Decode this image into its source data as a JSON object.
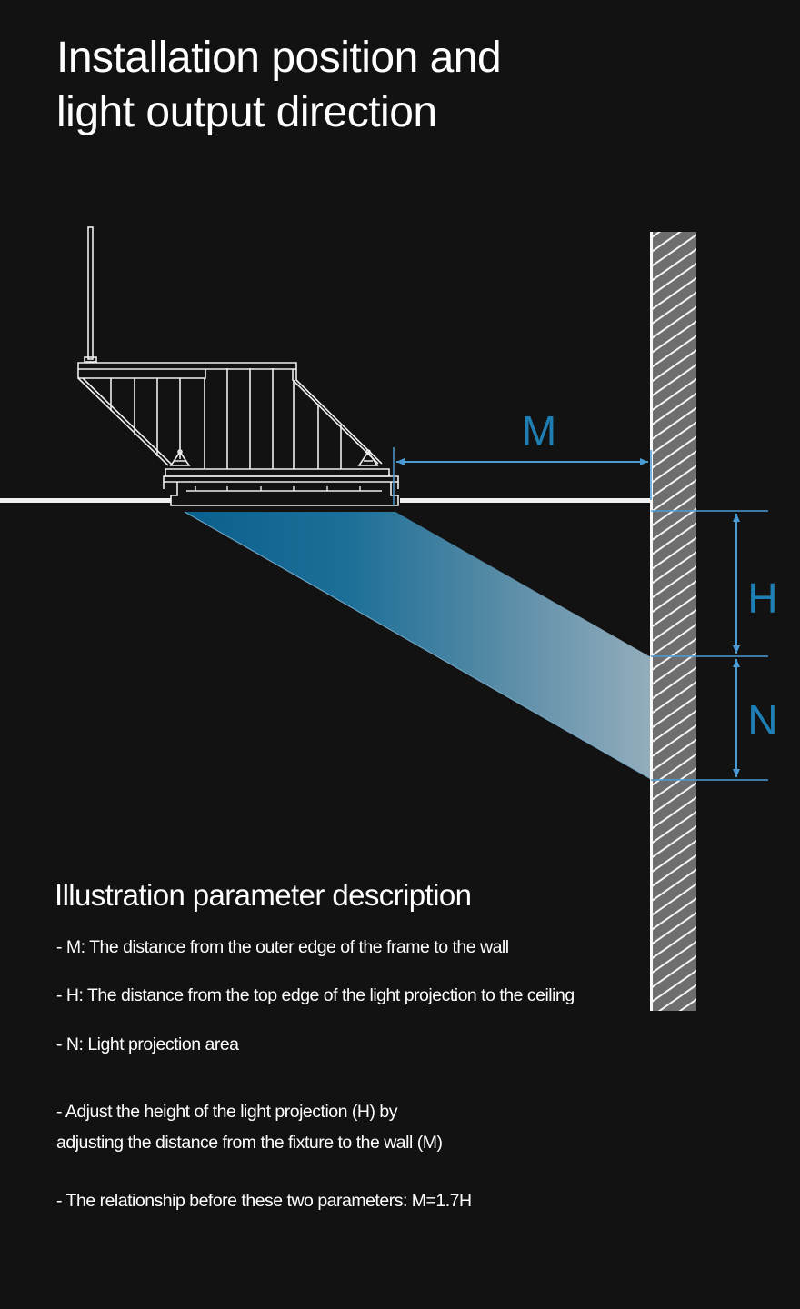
{
  "header": {
    "title_line1": "Installation position and",
    "title_line2": "light output direction"
  },
  "diagram": {
    "labels": {
      "M": "M",
      "H": "H",
      "N": "N"
    },
    "colors": {
      "background": "#121212",
      "line_white": "#f2f2f2",
      "dimension_blue": "#4a9bd4",
      "label_blue": "#1f7fb5",
      "beam_start": "#0e6591",
      "beam_end": "#8fa9b8",
      "wall_fill": "#6b6b6b"
    },
    "relationship": "M=1.7H"
  },
  "description": {
    "heading": "Illustration parameter description",
    "items": [
      "- M: The distance from the outer edge of the frame to the wall",
      "- H: The distance from the top edge of the light projection to the ceiling",
      "- N: Light projection area"
    ],
    "note_line1": "- Adjust the height of the light projection (H) by",
    "note_line2": "adjusting the distance from the fixture to the wall (M)",
    "relationship": "- The relationship before these two parameters: M=1.7H"
  }
}
